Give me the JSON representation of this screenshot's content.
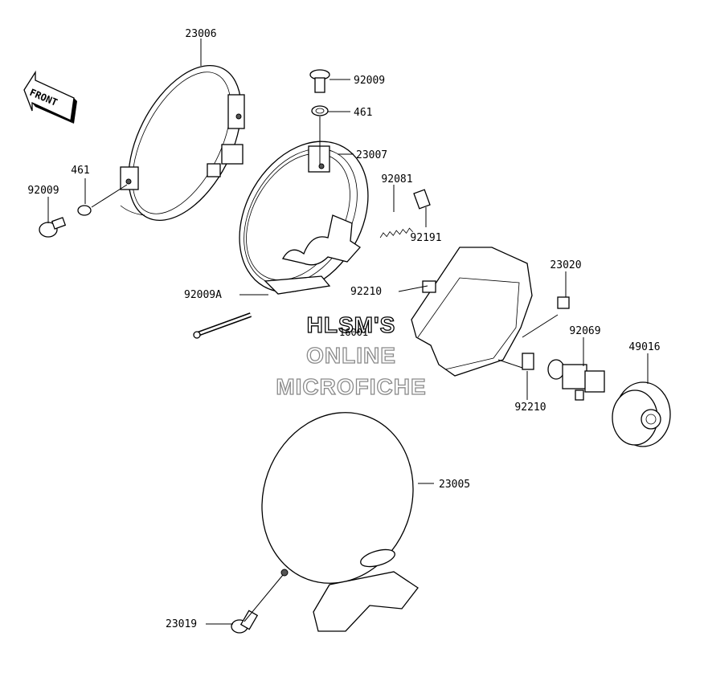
{
  "front_arrow": "FRONT",
  "watermark": [
    "HLSM'S",
    "ONLINE",
    "MICROFICHE"
  ],
  "hidden_label": "16001",
  "parts": [
    {
      "id": "p23006",
      "label": "23006"
    },
    {
      "id": "p92009_top",
      "label": "92009"
    },
    {
      "id": "p461_top",
      "label": "461"
    },
    {
      "id": "p23007",
      "label": "23007"
    },
    {
      "id": "p461_left",
      "label": "461"
    },
    {
      "id": "p92009_left",
      "label": "92009"
    },
    {
      "id": "p92081",
      "label": "92081"
    },
    {
      "id": "p92191",
      "label": "92191"
    },
    {
      "id": "p23020",
      "label": "23020"
    },
    {
      "id": "p92210_a",
      "label": "92210"
    },
    {
      "id": "p92009A",
      "label": "92009A"
    },
    {
      "id": "p92069",
      "label": "92069"
    },
    {
      "id": "p49016",
      "label": "49016"
    },
    {
      "id": "p92210_b",
      "label": "92210"
    },
    {
      "id": "p23005",
      "label": "23005"
    },
    {
      "id": "p23019",
      "label": "23019"
    }
  ]
}
